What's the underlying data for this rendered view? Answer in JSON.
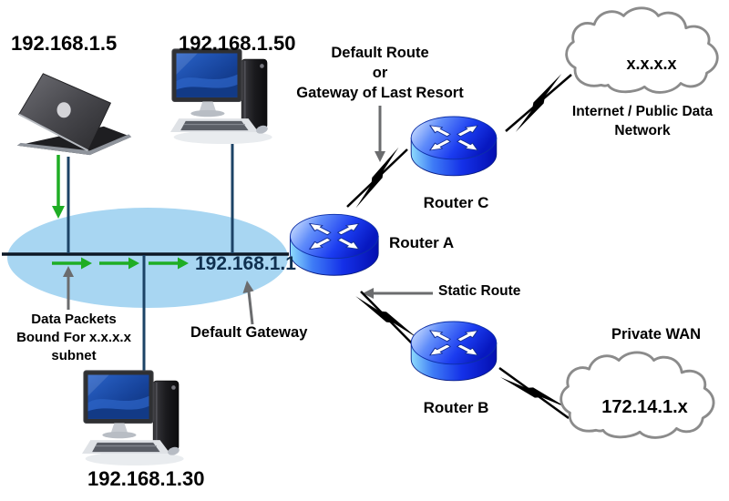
{
  "diagram": {
    "title": "Default route / static route network diagram",
    "colors": {
      "background": "#ffffff",
      "subnet_fill": "#a8d6f2",
      "segment_line": "#0d1826",
      "drop_line": "#1c4366",
      "packet_green": "#1fad24",
      "annotation_gray": "#6b6c6e",
      "router_blue": "#1b3cf0",
      "cloud_stroke": "#8b8b8b",
      "gateway_ip_text": "#10304f",
      "label_text": "#000000"
    },
    "devices": {
      "laptop_ip": "192.168.1.5",
      "desktop1_ip": "192.168.1.50",
      "desktop2_ip": "192.168.1.30",
      "gateway_ip": "192.168.1.1",
      "router_a_label": "Router A",
      "router_b_label": "Router B",
      "router_c_label": "Router C"
    },
    "clouds": {
      "internet": {
        "ip": "x.x.x.x",
        "label_line1": "Internet / Public Data",
        "label_line2": "Network"
      },
      "private_wan": {
        "label": "Private WAN",
        "ip": "172.14.1.x"
      }
    },
    "annotations": {
      "default_route": {
        "line1": "Default Route",
        "line2": "or",
        "line3": "Gateway of Last Resort"
      },
      "data_packets": {
        "line1": "Data Packets",
        "line2": "Bound For x.x.x.x",
        "line3": "subnet"
      },
      "default_gateway": "Default Gateway",
      "static_route": "Static Route"
    },
    "icons": {
      "laptop": "laptop-icon",
      "desktop": "desktop-computer-icon",
      "router": "router-icon",
      "cloud": "cloud-icon",
      "wan_link": "lightning-bolt-icon",
      "packet_flow": "green-arrow-icon",
      "pointer": "gray-arrow-icon"
    }
  }
}
